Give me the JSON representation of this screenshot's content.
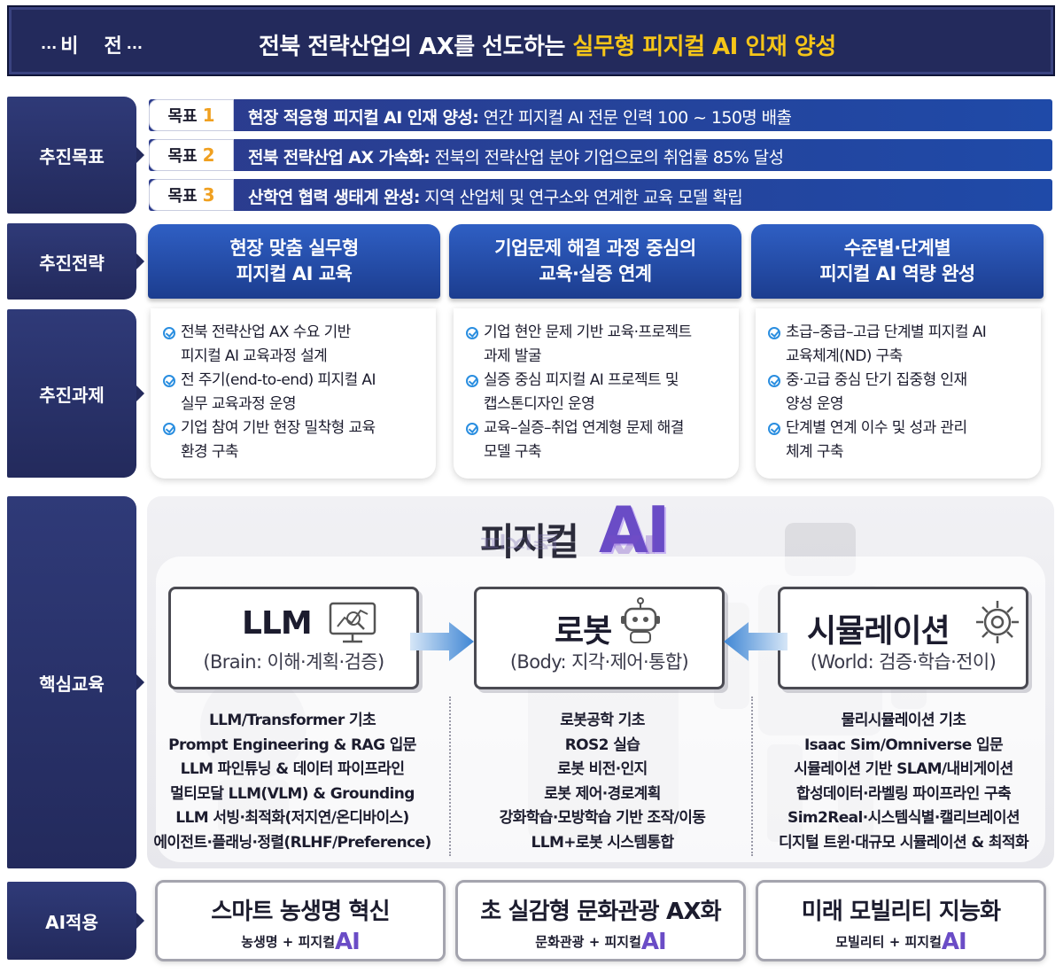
{
  "vision": {
    "tag_left_dots": "···",
    "tag_char1": "비",
    "tag_char2": "전",
    "tag_right_dots": "···",
    "text_plain": "전북 전략산업의 AX를 선도하는 ",
    "text_highlight": "실무형 피지컬 AI 인재 양성"
  },
  "rows": {
    "goals": "추진목표",
    "strategy": "추진전략",
    "tasks": "추진과제",
    "core": "핵심교육",
    "apply": "AI적용"
  },
  "goals": [
    {
      "tag": "목표",
      "num": "1",
      "title": "현장 적응형 피지컬 AI 인재 양성:",
      "desc": " 연간 피지컬 AI 전문 인력 100 ~ 150명 배출"
    },
    {
      "tag": "목표",
      "num": "2",
      "title": "전북 전략산업 AX 가속화:",
      "desc": "  전북의 전략산업 분야 기업으로의 취업률 85% 달성"
    },
    {
      "tag": "목표",
      "num": "3",
      "title": "산학연 협력 생태계 완성:",
      "desc": "  지역 산업체 및 연구소와 연계한 교육 모델 확립"
    }
  ],
  "strategies": [
    {
      "line1": "현장 맞춤 실무형",
      "line2": "피지컬 AI 교육"
    },
    {
      "line1": "기업문제 해결 과정 중심의",
      "line2": "교육·실증 연계"
    },
    {
      "line1": "수준별·단계별",
      "line2": "피지컬 AI 역량 완성"
    }
  ],
  "tasks": [
    [
      {
        "l1": "전북 전략산업 AX 수요 기반",
        "l2": "피지컬 AI 교육과정 설계"
      },
      {
        "l1": "전 주기(end-to-end) 피지컬 AI",
        "l2": "실무 교육과정 운영"
      },
      {
        "l1": "기업 참여 기반 현장 밀착형 교육",
        "l2": "환경 구축"
      }
    ],
    [
      {
        "l1": "기업 현안 문제 기반 교육·프로젝트",
        "l2": "과제 발굴"
      },
      {
        "l1": "실증 중심 피지컬 AI 프로젝트 및",
        "l2": "캡스톤디자인 운영"
      },
      {
        "l1": "교육–실증–취업 연계형 문제 해결",
        "l2": "모델 구축"
      }
    ],
    [
      {
        "l1": "초급–중급–고급 단계별 피지컬 AI",
        "l2": "교육체계(ND) 구축"
      },
      {
        "l1": "중·고급 중심 단기 집중형 인재",
        "l2": "양성 운영"
      },
      {
        "l1": "단계별 연계 이수 및 성과 관리",
        "l2": "체계 구축"
      }
    ]
  ],
  "core": {
    "title_word": "피지컬",
    "title_ai": "AI",
    "modules": [
      {
        "name": "LLM",
        "sub": "(Brain: 이해·계획·검증)",
        "icon": "monitor-analytics-icon"
      },
      {
        "name": "로봇",
        "sub": "(Body: 지각·제어·통합)",
        "icon": "robot-icon"
      },
      {
        "name": "시뮬레이션",
        "sub": "(World: 검증·학습·전이)",
        "icon": "gear-icon"
      }
    ],
    "curricula": [
      [
        "LLM/Transformer 기초",
        "Prompt Engineering & RAG 입문",
        "LLM 파인튜닝 & 데이터 파이프라인",
        "멀티모달 LLM(VLM) & Grounding",
        "LLM 서빙·최적화(저지연/온디바이스)",
        "에이전트·플래닝·정렬(RLHF/Preference)"
      ],
      [
        "로봇공학 기초",
        "ROS2 실습",
        "로봇 비전·인지",
        "로봇 제어·경로계획",
        "강화학습·모방학습 기반 조작/이동",
        "LLM+로봇 시스템통합"
      ],
      [
        "물리시뮬레이션 기초",
        "Isaac Sim/Omniverse 입문",
        "시뮬레이션 기반 SLAM/내비게이션",
        "합성데이터·라벨링 파이프라인 구축",
        "Sim2Real·시스템식별·캘리브레이션",
        "디지털 트윈·대규모 시뮬레이션 & 최적화"
      ]
    ]
  },
  "applications": [
    {
      "title": "스마트 농생명 혁신",
      "sub": "농생명 + 피지컬",
      "ai": "AI"
    },
    {
      "title": "초 실감형 문화관광 AX화",
      "sub": "문화관광 + 피지컬",
      "ai": "AI"
    },
    {
      "title": "미래 모빌리티 지능화",
      "sub": "모빌리티 + 피지컬",
      "ai": "AI"
    }
  ],
  "colors": {
    "navy": "#232a5c",
    "goal_blue": "#1f4aa8",
    "strategy_blue": "#2f5fc4",
    "highlight_yellow": "#f5c518",
    "goal_number_orange": "#f0a020",
    "ai_purple": "#6a4cc6",
    "check_blue": "#2a8ee0"
  }
}
